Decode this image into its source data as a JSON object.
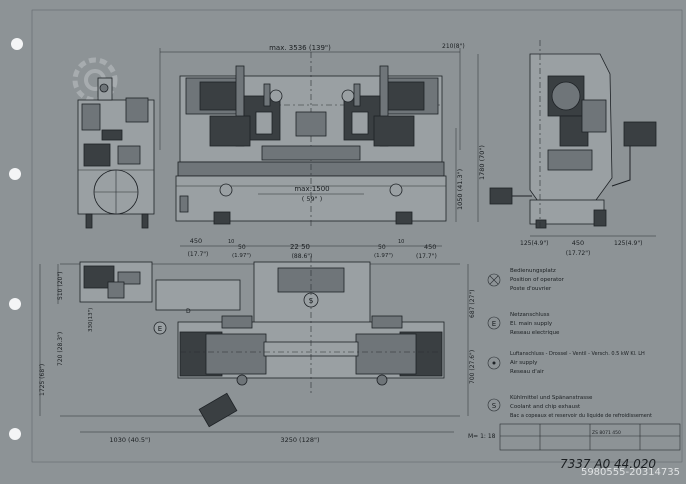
{
  "dimensions": {
    "top_max_width": "max. 3536 (139\")",
    "top_right_small": "210(8\")",
    "stroke_max_mm": "max.1500",
    "stroke_max_in": "( 59\" )",
    "bottom_450_left": "450",
    "bottom_450_left_in": "(17.7\")",
    "small_50_left": "50",
    "small_50_left_in": "(1.97\")",
    "small_10_left": "10",
    "bottom_2250": "22 50",
    "bottom_2250_in": "(88.6\")",
    "small_50_right": "50",
    "small_50_right_in": "(1.97\")",
    "small_10_right": "10",
    "bottom_450_right": "450",
    "bottom_450_right_in": "(17.7\")",
    "height_1050": "1050 (41.3\")",
    "height_1780": "1780 (70\")",
    "side_125_left": "125(4.9\")",
    "side_450": "450",
    "side_450_in": "(17.72\")",
    "side_125_right": "125(4.9\")",
    "plan_510": "510 (20\")",
    "plan_720": "720 (28.3\")",
    "plan_330": "330(13\")",
    "plan_1725": "1725 (68\")",
    "plan_687": "687 (27\")",
    "plan_700": "700 (27.6\")",
    "plan_1030": "1030 (40.5\")",
    "plan_3250": "3250 (128\")"
  },
  "labels": {
    "marker_s": "S",
    "marker_e": "E",
    "marker_d": "D"
  },
  "legend": {
    "item1": [
      "Bedienungsplatz",
      "Position of operator",
      "Poste d'ouvrier"
    ],
    "item2": [
      "Netzanschluss",
      "El. main supply",
      "Reseau electrique"
    ],
    "item3": [
      "Luftanschluss - Drossel - Ventil - Versch. 0.5 kW Kl. LH",
      "Air supply",
      "Reseau d'air"
    ],
    "item4": [
      "Kühlmittel und Spänanstrasse",
      "Coolant and chip exhaust",
      "Bac a copeaux et reservoir du liquide de refroidissement"
    ],
    "markers": {
      "m2": "E",
      "m4": "S"
    }
  },
  "title_block": {
    "scale": "M= 1: 18",
    "drawing_number": "7337 A0 44.020",
    "small_stamp": "ZS 8071 450"
  },
  "watermark": "5980555-20314735"
}
